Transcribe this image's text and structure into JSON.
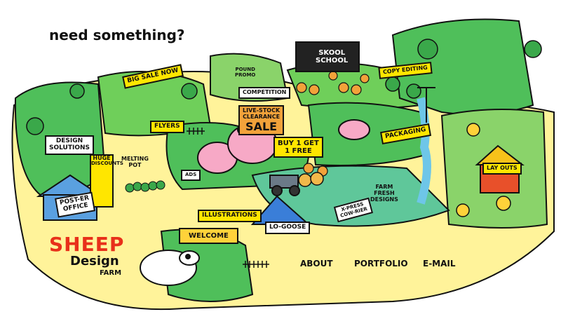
{
  "headline": "need something?",
  "logo": {
    "line1": "SHEEP",
    "line2": "Design",
    "line3": "FARM"
  },
  "signs": {
    "big_sale_now": "BIG SALE NOW",
    "flyers": "FLYERS",
    "design_solutions_1": "DESIGN",
    "design_solutions_2": "SOLUTIONS",
    "huge_discounts_1": "HUGE",
    "huge_discounts_2": "DISCOUNTS",
    "melting_pot_1": "MELTING",
    "melting_pot_2": "POT",
    "post_office_1": "POST-ER",
    "post_office_2": "OFFICE",
    "illustrations": "ILLUSTRATIONS",
    "welcome": "WELCOME",
    "lo_goose": "LO-GOOSE",
    "competition": "COMPETITION",
    "pound_promo_1": "POUND",
    "pound_promo_2": "PROMO",
    "skool_1": "SKOOL",
    "skool_2": "SCHOOL",
    "copy_editing": "COPY EDITING",
    "livestock_1": "LIVE-STOCK",
    "livestock_2": "CLEARANCE",
    "sale": "SALE",
    "buy1_1": "BUY 1 GET",
    "buy1_2": "1 FREE",
    "packaging": "PACKAGING",
    "lay_outs": "LAY OUTS",
    "farm_fresh_1": "FARM",
    "farm_fresh_2": "FRESH",
    "farm_fresh_3": "DESIGNS",
    "express_1": "X-PRESS",
    "express_2": "COW-RIER",
    "ads": "ADS"
  },
  "nav": {
    "about": "ABOUT",
    "portfolio": "PORTFOLIO",
    "email": "E-MAIL"
  },
  "colors": {
    "grass": "#4fbf5a",
    "grass_dark": "#2f8f3a",
    "field": "#8ad36a",
    "path": "#fff39a",
    "sign": "#ffe600",
    "pig": "#f7a9c6",
    "water": "#6ec6e8",
    "outline": "#111111"
  }
}
